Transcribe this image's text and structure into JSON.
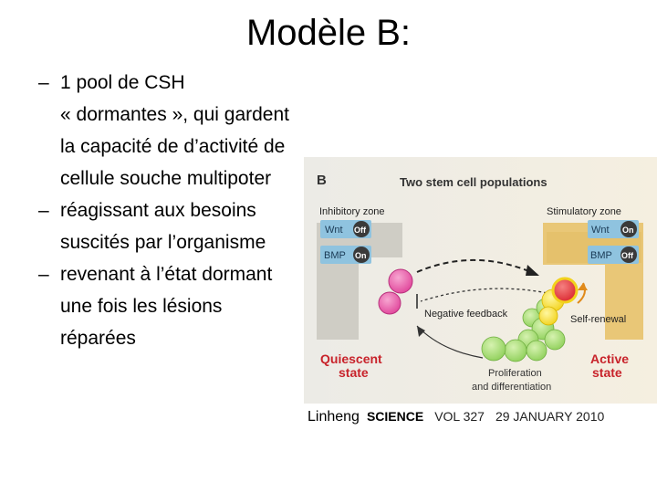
{
  "title": "Modèle B:",
  "bullets": [
    {
      "dash": "–",
      "lines": [
        "1 pool de CSH",
        "« dormantes », qui gardent",
        "la capacité de d’activité de",
        "cellule souche multipoter"
      ]
    },
    {
      "dash": "–",
      "lines": [
        "réagissant aux besoins",
        "suscités par l’organisme"
      ]
    },
    {
      "dash": "–",
      "lines": [
        "revenant à l’état dormant",
        "une fois les lésions",
        "réparées"
      ]
    }
  ],
  "figure": {
    "panel_letter": "B",
    "header": "Two stem cell populations",
    "left_zone": "Inhibitory zone",
    "right_zone": "Stimulatory zone",
    "left_signals": [
      {
        "name": "Wnt",
        "state": "Off"
      },
      {
        "name": "BMP",
        "state": "On"
      }
    ],
    "right_signals": [
      {
        "name": "Wnt",
        "state": "On"
      },
      {
        "name": "BMP",
        "state": "Off"
      }
    ],
    "negative_feedback": "Negative feedback",
    "self_renewal": "Self-renewal",
    "quiescent_1": "Quiescent",
    "quiescent_2": "state",
    "active_1": "Active",
    "active_2": "state",
    "prolif_1": "Proliferation",
    "prolif_2": "and differentiation",
    "colors": {
      "magenta": "#e0449a",
      "yellow": "#f2d21c",
      "red": "#d9242b",
      "green": "#8fd05a",
      "label_red": "#c8232b",
      "zone_blue": "#8fc3df",
      "left_tissue": "#cfcdc5",
      "right_tissue": "#e9c777"
    }
  },
  "caption": {
    "author": "Linheng",
    "journal": "SCIENCE",
    "volume": "VOL 327",
    "date": "29 JANUARY 2010"
  }
}
